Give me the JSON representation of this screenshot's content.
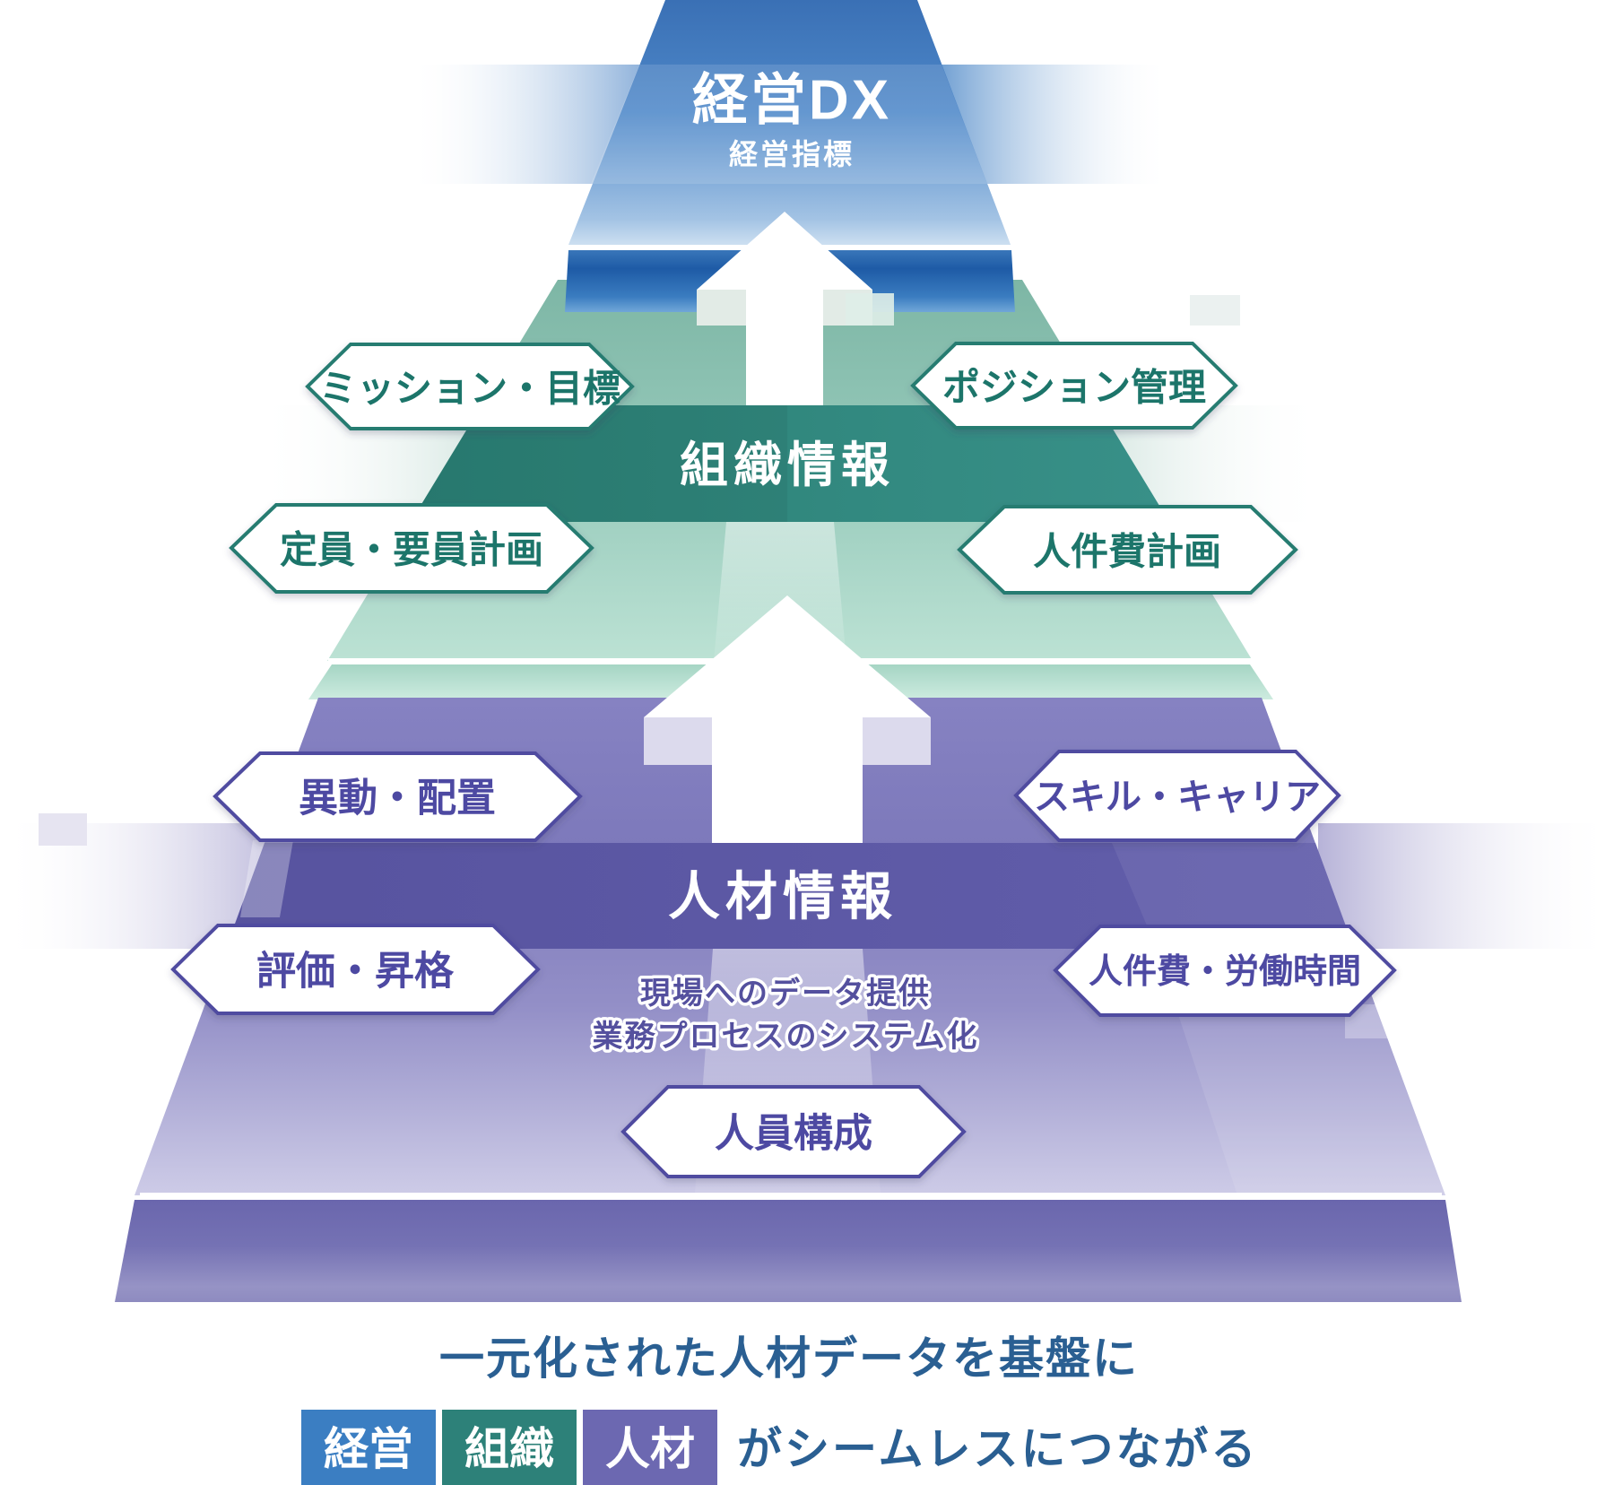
{
  "palette": {
    "management_blue": "#3b7ec2",
    "management_navy": "#1e5ba6",
    "organization_teal": "#2d8179",
    "organization_teal_light": "#8fc3b3",
    "hr_purple": "#6c68b1",
    "hr_purple_dark": "#5b57a4",
    "caption_text": "#2a5f92",
    "badge_border_teal": "#267b71",
    "badge_border_purple": "#504ba0"
  },
  "levels": {
    "management": {
      "title": "経営DX",
      "subtitle": "経営指標"
    },
    "organization": {
      "title": "組織情報"
    },
    "hr": {
      "title": "人材情報",
      "note_line1": "現場へのデータ提供",
      "note_line2": "業務プロセスのシステム化"
    }
  },
  "badges": {
    "mission": "ミッション・目標",
    "position": "ポジション管理",
    "staffing": "定員・要員計画",
    "labor_cost_plan": "人件費計画",
    "transfer": "異動・配置",
    "skill_career": "スキル・キャリア",
    "evaluation": "評価・昇格",
    "labor_cost_hours": "人件費・労働時間",
    "headcount": "人員構成"
  },
  "caption": {
    "line1": "一元化された人材データを基盤に",
    "box_management": "経営",
    "box_organization": "組織",
    "box_hr": "人材",
    "line2_suffix": "がシームレスにつながる"
  }
}
